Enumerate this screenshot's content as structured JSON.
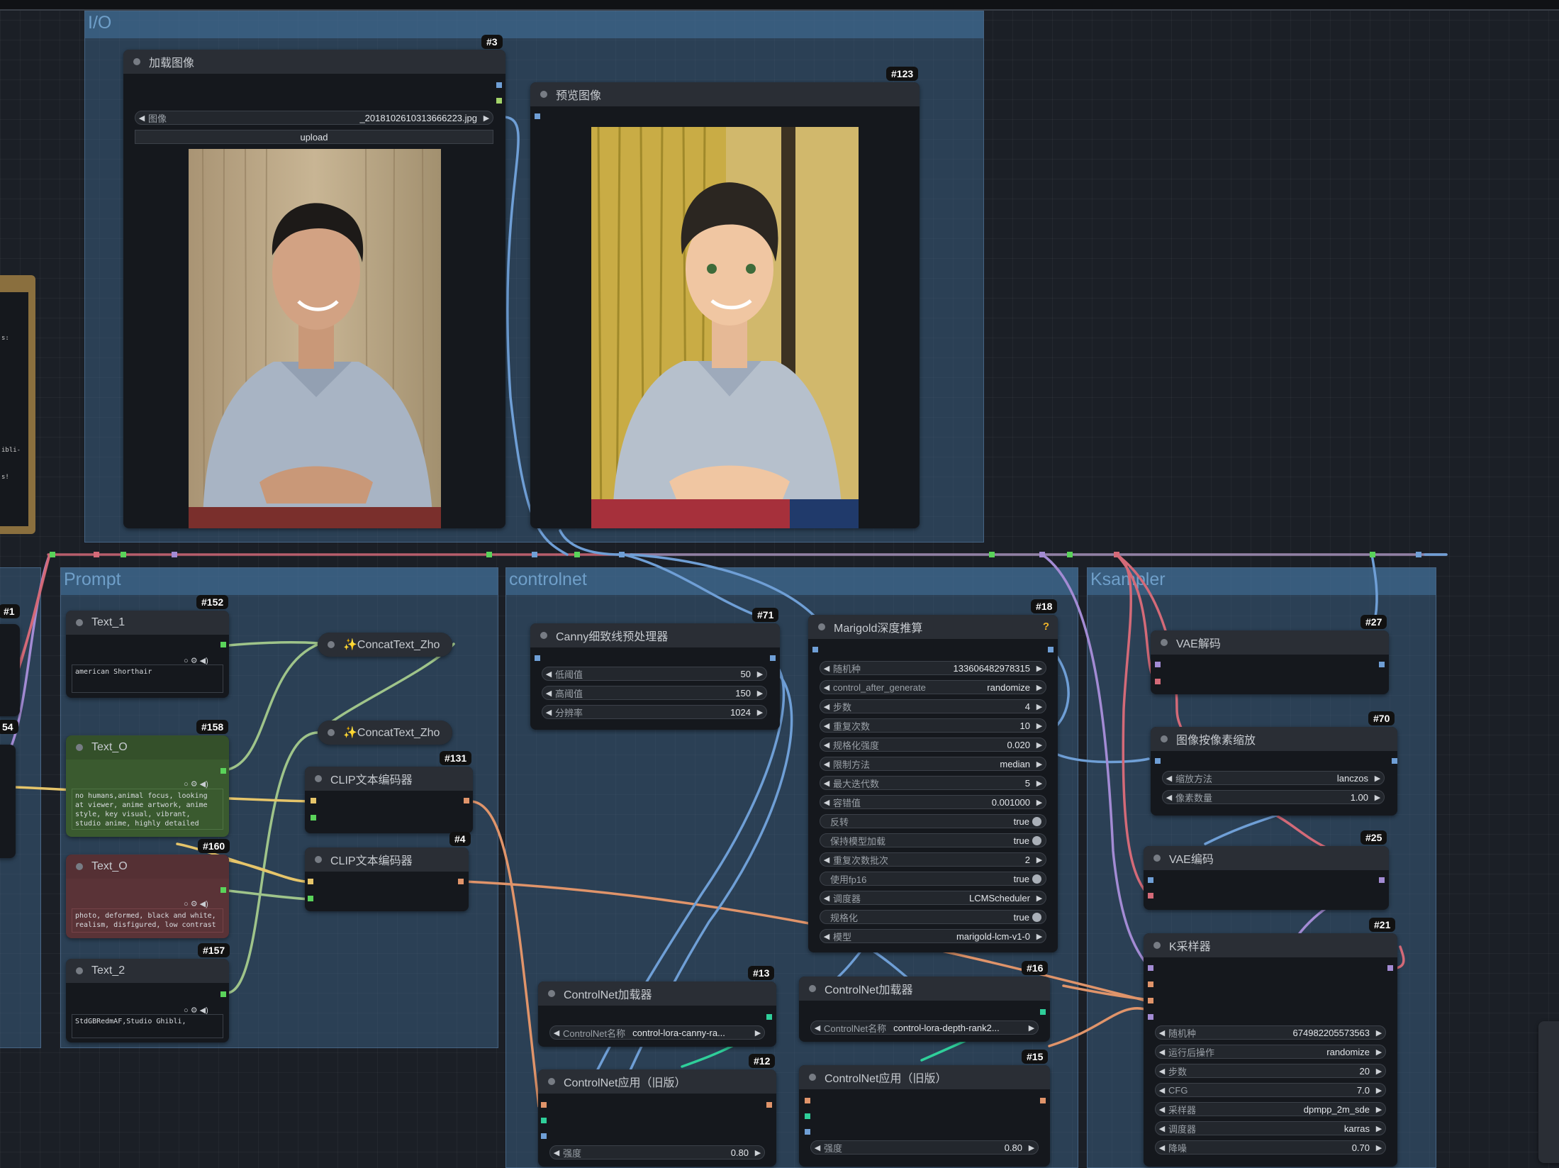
{
  "groups": {
    "io": "I/O",
    "prompt": "Prompt",
    "controlnet": "controlnet",
    "ksampler": "Ksampler"
  },
  "left_edge": {
    "badge_1": "#1",
    "badge_54": "54",
    "panel_lines": [
      "s:",
      "ibli-",
      "s!"
    ]
  },
  "load_image": {
    "badge": "#3",
    "title": "加载图像",
    "image_label": "图像",
    "image_value": "_2018102610313666223.jpg",
    "upload": "upload"
  },
  "preview_image": {
    "badge": "#123",
    "title": "预览图像"
  },
  "text_1": {
    "badge": "#152",
    "title": "Text_1",
    "value": "american Shorthair"
  },
  "text_o_pos": {
    "badge": "#158",
    "title": "Text_O",
    "value": "no humans,animal focus, looking at viewer, anime artwork, anime style, key visual, vibrant, studio anime, highly detailed"
  },
  "text_o_neg": {
    "badge": "#160",
    "title": "Text_O",
    "value": "photo, deformed, black and white, realism, disfigured, low contrast"
  },
  "text_2": {
    "badge": "#157",
    "title": "Text_2",
    "value": "StdGBRedmAF,Studio Ghibli,"
  },
  "concat_1": {
    "title": "✨ConcatText_Zho"
  },
  "concat_2": {
    "title": "✨ConcatText_Zho"
  },
  "clip_131": {
    "badge": "#131",
    "title": "CLIP文本编码器"
  },
  "clip_4": {
    "badge": "#4",
    "title": "CLIP文本编码器"
  },
  "canny": {
    "badge": "#71",
    "title": "Canny细致线预处理器",
    "widgets": [
      {
        "label": "低阈值",
        "value": "50"
      },
      {
        "label": "高阈值",
        "value": "150"
      },
      {
        "label": "分辨率",
        "value": "1024"
      }
    ]
  },
  "marigold": {
    "badge": "#18",
    "title": "Marigold深度推算",
    "help": "?",
    "widgets": [
      {
        "label": "随机种",
        "value": "133606482978315"
      },
      {
        "label": "control_after_generate",
        "value": "randomize"
      },
      {
        "label": "步数",
        "value": "4"
      },
      {
        "label": "重复次数",
        "value": "10"
      },
      {
        "label": "规格化强度",
        "value": "0.020"
      },
      {
        "label": "限制方法",
        "value": "median"
      },
      {
        "label": "最大迭代数",
        "value": "5"
      },
      {
        "label": "容错值",
        "value": "0.001000"
      },
      {
        "label": "反转",
        "value": "true",
        "toggle": true
      },
      {
        "label": "保持模型加载",
        "value": "true",
        "toggle": true
      },
      {
        "label": "重复次数批次",
        "value": "2"
      },
      {
        "label": "使用fp16",
        "value": "true",
        "toggle": true
      },
      {
        "label": "调度器",
        "value": "LCMScheduler"
      },
      {
        "label": "规格化",
        "value": "true",
        "toggle": true
      },
      {
        "label": "模型",
        "value": "marigold-lcm-v1-0"
      }
    ]
  },
  "cn_loader_13": {
    "badge": "#13",
    "title": "ControlNet加载器",
    "label": "ControlNet名称",
    "value": "control-lora-canny-ra..."
  },
  "cn_loader_16": {
    "badge": "#16",
    "title": "ControlNet加载器",
    "label": "ControlNet名称",
    "value": "control-lora-depth-rank2..."
  },
  "cn_apply_12": {
    "badge": "#12",
    "title": "ControlNet应用（旧版）",
    "label": "强度",
    "value": "0.80"
  },
  "cn_apply_15": {
    "badge": "#15",
    "title": "ControlNet应用（旧版）",
    "label": "强度",
    "value": "0.80"
  },
  "vae_decode": {
    "badge": "#27",
    "title": "VAE解码"
  },
  "upscale": {
    "badge": "#70",
    "title": "图像按像素缩放",
    "widgets": [
      {
        "label": "缩放方法",
        "value": "lanczos"
      },
      {
        "label": "像素数量",
        "value": "1.00"
      }
    ]
  },
  "vae_encode": {
    "badge": "#25",
    "title": "VAE编码"
  },
  "ksampler": {
    "badge": "#21",
    "title": "K采样器",
    "widgets": [
      {
        "label": "随机种",
        "value": "674982205573563"
      },
      {
        "label": "运行后操作",
        "value": "randomize"
      },
      {
        "label": "步数",
        "value": "20"
      },
      {
        "label": "CFG",
        "value": "7.0"
      },
      {
        "label": "采样器",
        "value": "dpmpp_2m_sde"
      },
      {
        "label": "调度器",
        "value": "karras"
      },
      {
        "label": "降噪",
        "value": "0.70"
      }
    ]
  }
}
